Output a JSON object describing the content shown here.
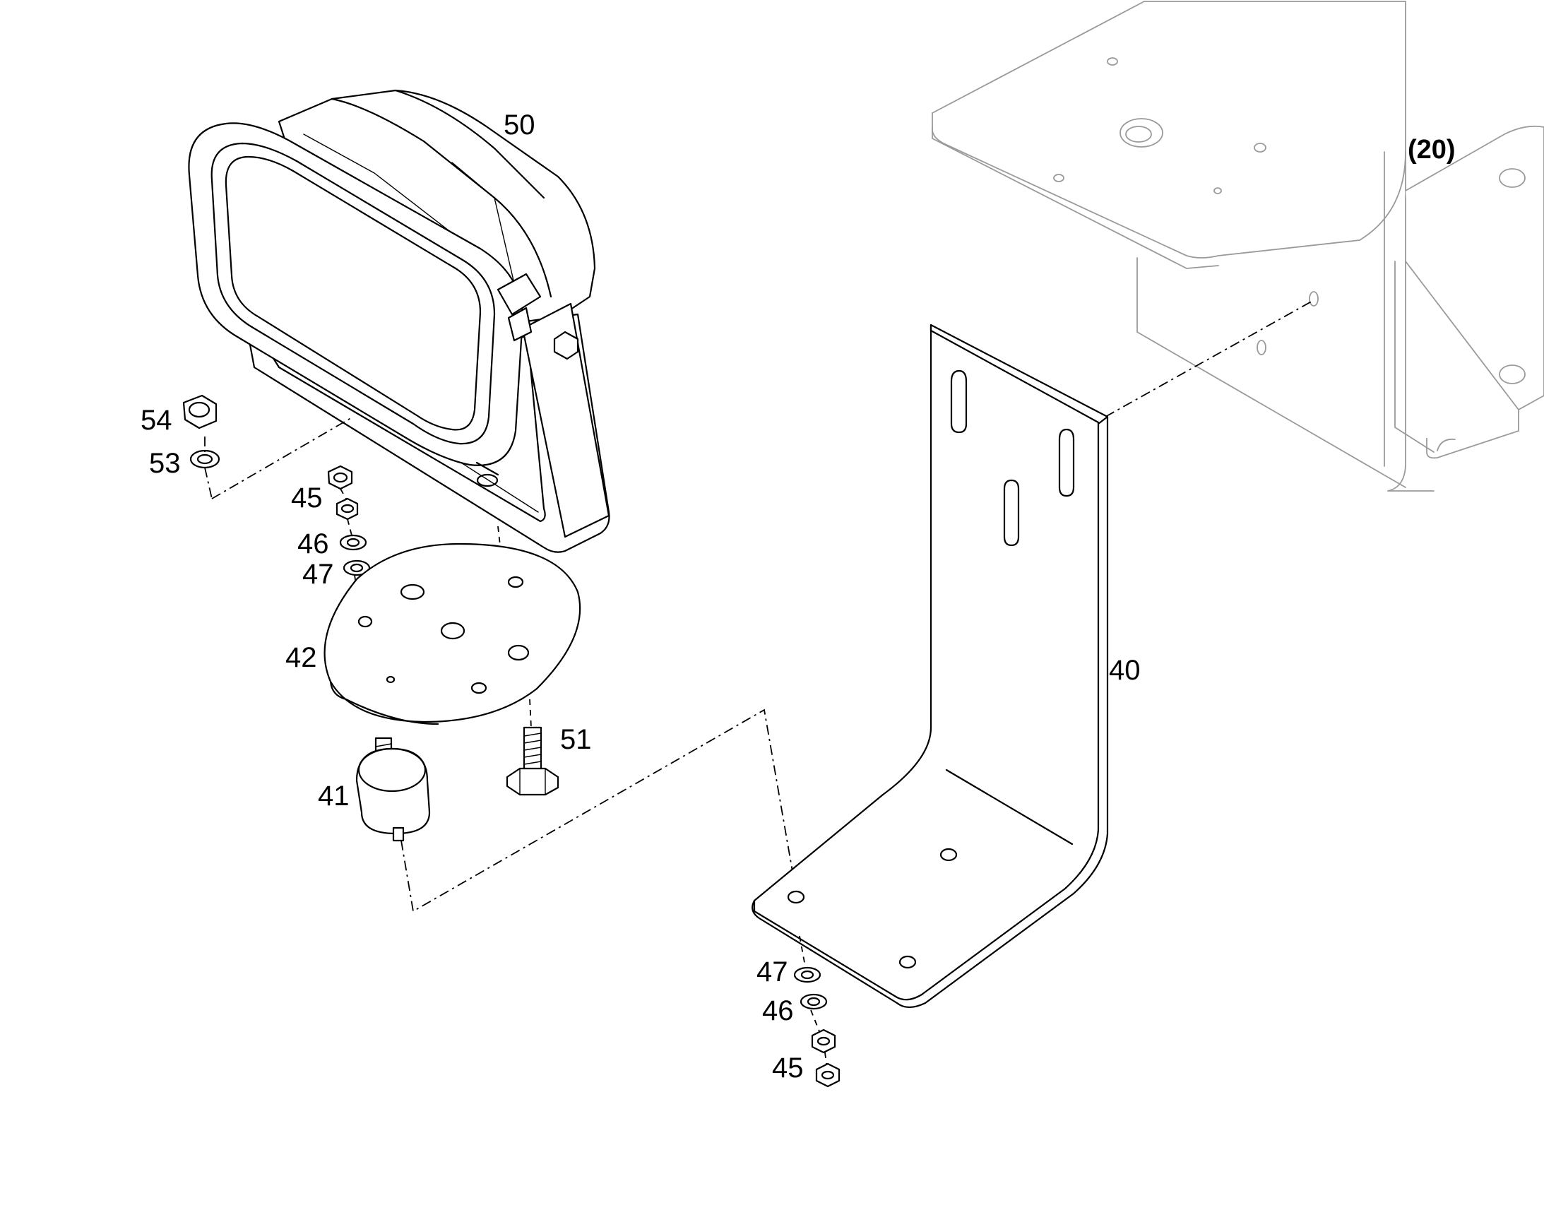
{
  "callouts": {
    "c50": "50",
    "c20": "(20)",
    "c54": "54",
    "c53": "53",
    "c45_top": "45",
    "c46_top": "46",
    "c47_top": "47",
    "c42": "42",
    "c51": "51",
    "c41": "41",
    "c40": "40",
    "c47_bottom": "47",
    "c46_bottom": "46",
    "c45_bottom": "45"
  },
  "parts": [
    {
      "number": "20",
      "name": "mounting-frame",
      "reference": true
    },
    {
      "number": "40",
      "name": "l-bracket"
    },
    {
      "number": "41",
      "name": "rubber-mount"
    },
    {
      "number": "42",
      "name": "round-plate"
    },
    {
      "number": "45",
      "name": "hex-nut"
    },
    {
      "number": "46",
      "name": "lock-washer"
    },
    {
      "number": "47",
      "name": "flat-washer"
    },
    {
      "number": "50",
      "name": "work-lamp"
    },
    {
      "number": "51",
      "name": "hex-bolt"
    },
    {
      "number": "53",
      "name": "washer"
    },
    {
      "number": "54",
      "name": "nut"
    }
  ],
  "colors": {
    "line": "#000000",
    "reference_part": "#9a9a9a",
    "background": "#ffffff"
  }
}
